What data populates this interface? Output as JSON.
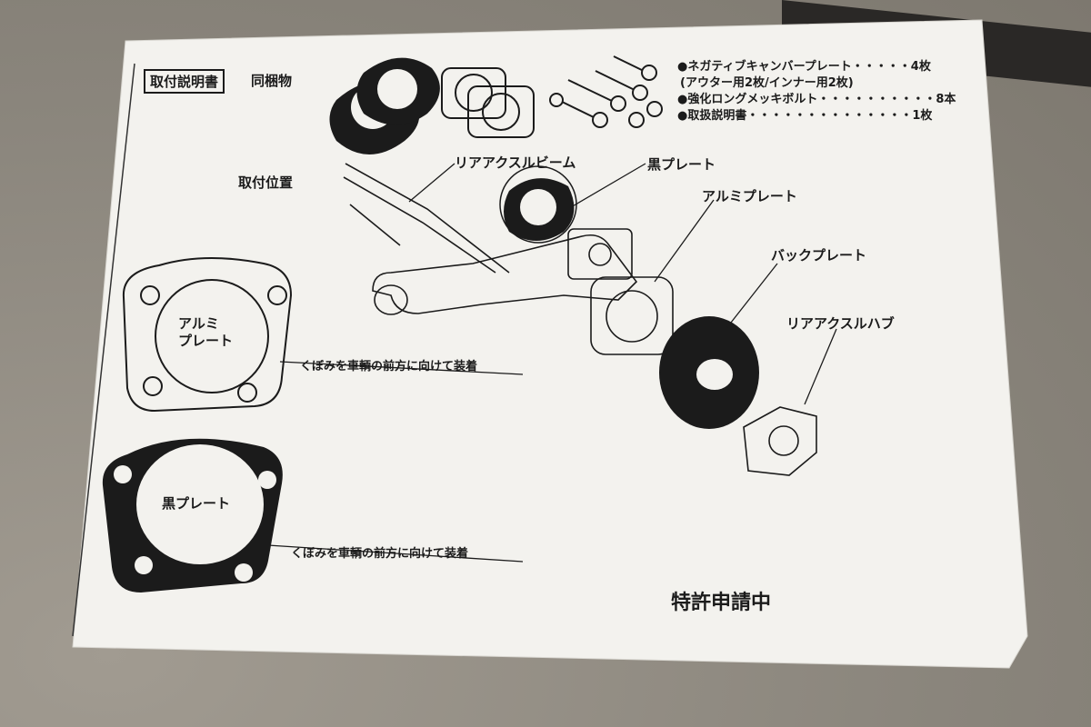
{
  "header": {
    "section_label": "取付説明書",
    "contents_label": "同梱物"
  },
  "contents_list": [
    "●ネガティブキャンバープレート・・・・・4枚",
    "(アウター用2枚/インナー用2枚)",
    "●強化ロングメッキボルト・・・・・・・・・・8本",
    "●取扱説明書・・・・・・・・・・・・・・1枚"
  ],
  "diagram": {
    "mount_position_label": "取付位置",
    "rear_axle_beam": "リアアクスルビーム",
    "black_plate": "黒プレート",
    "aluminum_plate": "アルミプレート",
    "back_plate": "バックプレート",
    "rear_axle_hub": "リアアクスルハブ"
  },
  "plates": {
    "alu_label_line1": "アルミ",
    "alu_label_line2": "プレート",
    "alu_note": "くぼみを車輌の前方に向けて装着",
    "black_label": "黒プレート",
    "black_note": "くぼみを車輌の前方に向けて装着"
  },
  "footer": {
    "patent": "特許申請中"
  },
  "colors": {
    "paper": "#f3f2ee",
    "ink": "#1b1b1b",
    "background": "#8f8a80"
  }
}
